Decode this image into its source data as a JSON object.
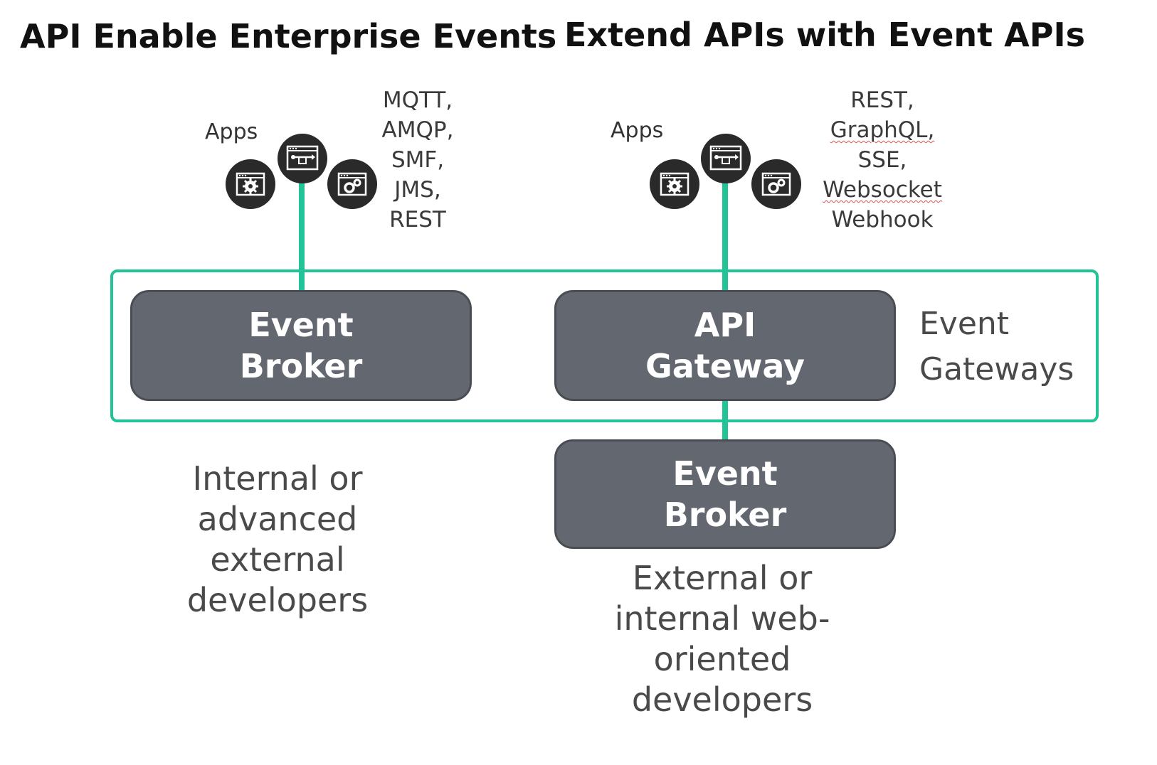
{
  "titles": {
    "left": "API Enable Enterprise Events",
    "right": "Extend APIs with Event APIs"
  },
  "left": {
    "apps_label": "Apps",
    "protocols": [
      "MQTT,",
      "AMQP,",
      "SMF,",
      "JMS,",
      "REST"
    ],
    "broker": {
      "line1": "Event",
      "line2": "Broker"
    },
    "description": [
      "Internal or",
      "advanced",
      "external",
      "developers"
    ]
  },
  "right": {
    "apps_label": "Apps",
    "protocols": [
      "REST,",
      "GraphQL,",
      "SSE,",
      "Websocket",
      "Webhook"
    ],
    "gateway": {
      "line1": "API",
      "line2": "Gateway"
    },
    "broker": {
      "line1": "Event",
      "line2": "Broker"
    },
    "description": [
      "External or",
      "internal web-",
      "oriented",
      "developers"
    ]
  },
  "event_gateways_label": [
    "Event",
    "Gateways"
  ],
  "icons": {
    "left": [
      "gear-app-icon",
      "flow-app-icon",
      "gears-app-icon"
    ],
    "right": [
      "gear-app-icon",
      "flow-app-icon",
      "gears-app-icon"
    ]
  },
  "colors": {
    "accent_green": "#22c497",
    "node_gray": "#636870",
    "icon_dark": "#2a2a2a"
  }
}
